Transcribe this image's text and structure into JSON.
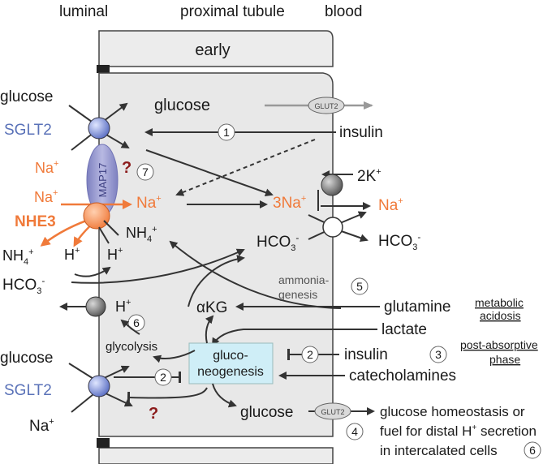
{
  "header": {
    "luminal": "luminal",
    "proximal": "proximal tubule",
    "blood": "blood"
  },
  "segment_label": "early",
  "labels": {
    "glucose_top_left": "glucose",
    "sglt2_top": "SGLT2",
    "na_top_1": "Na",
    "na_top_2": "Na",
    "plus": "+",
    "nhe3": "NHE3",
    "nh4_left": "NH",
    "sub4": "4",
    "h_left": "H",
    "h_mid": "H",
    "nh4_cell": "NH",
    "hco3_left": "HCO",
    "sub3": "3",
    "minus": "-",
    "map17": "MAP17",
    "q1": "?",
    "q2": "?",
    "glucose_cell": "glucose",
    "glut2": "GLUT2",
    "insulin_top": "insulin",
    "na_cell": "Na",
    "three_na": "3Na",
    "two_k": "2K",
    "na_blood": "Na",
    "hco3_cell": "HCO",
    "hco3_blood": "HCO",
    "ammonia_1": "ammonia-",
    "ammonia_2": "genesis",
    "akg": "αKG",
    "glutamine": "glutamine",
    "lactate": "lactate",
    "insulin_mid": "insulin",
    "catecholamines": "catecholamines",
    "metabolic_1": "metabolic",
    "metabolic_2": "acidosis",
    "postabs_1": "post-absorptive",
    "postabs_2": "phase",
    "h_pump": "H",
    "glycolysis": "glycolysis",
    "gluco_1": "gluco-",
    "gluco_2": "neogenesis",
    "glucose_bottom_left": "glucose",
    "sglt2_bottom": "SGLT2",
    "na_bottom": "Na",
    "glucose_bottom_cell": "glucose",
    "homeo_1": "glucose homeostasis or",
    "homeo_2": "fuel for distal H",
    "homeo_2b": " secretion",
    "homeo_3": "in intercalated cells"
  },
  "badges": {
    "b1": "1",
    "b2a": "2",
    "b2b": "2",
    "b3": "3",
    "b4": "4",
    "b5": "5",
    "b6a": "6",
    "b6b": "6",
    "b7": "7"
  },
  "colors": {
    "cell_fill": "#e8e8e8",
    "orange": "#f07a3a",
    "blue": "#5a72b8",
    "gluco_box": "#cfeef7",
    "map17": "#8d8fc8"
  }
}
